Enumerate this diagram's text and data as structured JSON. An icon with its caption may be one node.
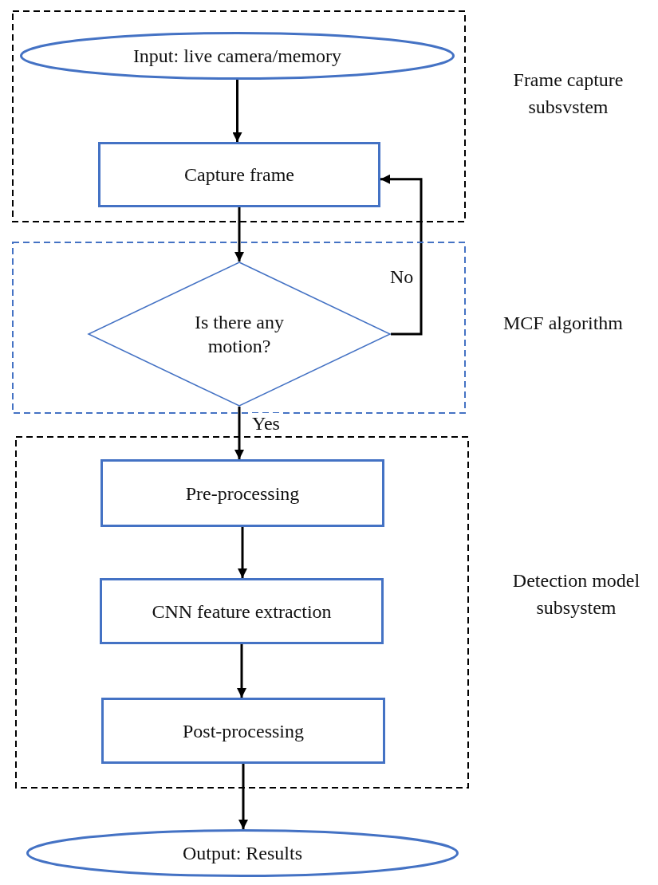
{
  "diagram": {
    "nodes": [
      {
        "text": [],
        "shape": "box",
        "beside": [
          "Frame capture subsvstem"
        ]
      },
      {
        "text": [
          "Input: live camera/memory"
        ],
        "in": 0
      },
      {
        "text": [
          "Capture frame"
        ],
        "in": 0
      },
      {
        "text": [],
        "shape": "box",
        "beside": [
          "MCF algorithm"
        ]
      },
      {
        "text": [
          "Is there any motion?"
        ],
        "in": 3
      },
      {
        "text": [],
        "shape": "box",
        "beside": [
          "Detection model subsystem"
        ]
      },
      {
        "text": [
          "Pre-processing"
        ],
        "in": 5
      },
      {
        "text": [
          "CNN feature extraction"
        ],
        "in": 5
      },
      {
        "text": [
          "Post-processing"
        ],
        "in": 5
      },
      {
        "text": [
          "Output: Results"
        ]
      }
    ],
    "edges": [
      {
        "from": 1,
        "to": 2,
        "arrow": "to"
      },
      {
        "from": 2,
        "to": 4,
        "arrow": "to"
      },
      {
        "from": 4,
        "to": 2,
        "arrow": "to",
        "label": "No"
      },
      {
        "from": 4,
        "to": 6,
        "arrow": "to",
        "label": "Yes"
      },
      {
        "from": 6,
        "to": 7,
        "arrow": "to"
      },
      {
        "from": 7,
        "to": 8,
        "arrow": "to"
      },
      {
        "from": 8,
        "to": 9,
        "arrow": "to"
      }
    ]
  }
}
